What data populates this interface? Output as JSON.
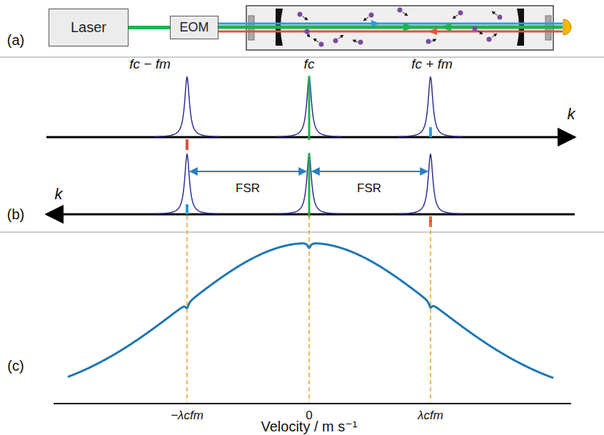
{
  "diagram": {
    "nodes": [
      {
        "text": [
          "Laser"
        ]
      },
      {
        "text": [
          "EOM"
        ]
      }
    ],
    "edges": [
      {
        "from": 0,
        "to": 1,
        "arrow": "none"
      }
    ],
    "labels": [
      "(a)",
      "fc − fm",
      "fc",
      "fc + fm",
      "k",
      "FSR",
      "FSR",
      "(b)",
      "k",
      "(c)",
      "−λcfm",
      "0",
      "λcfm",
      "Velocity / m s⁻¹"
    ]
  }
}
